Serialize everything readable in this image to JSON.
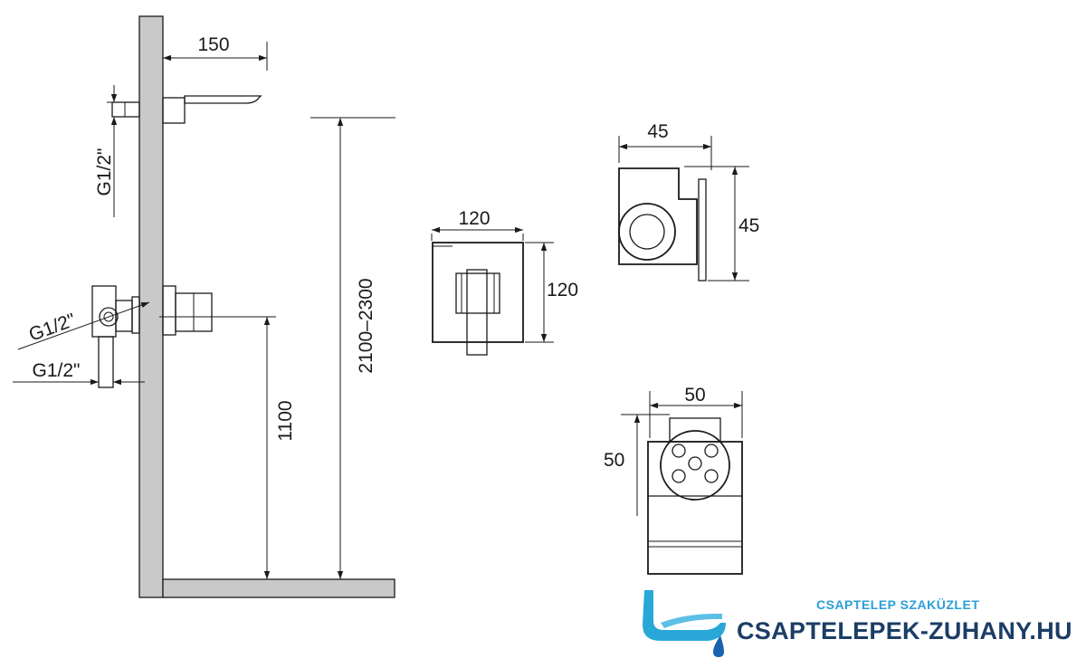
{
  "dimensions": {
    "spout_projection": "150",
    "inlet_top": "G1/2\"",
    "inlet_mid": "G1/2\"",
    "inlet_bottom": "G1/2\"",
    "total_height": "2100–2300",
    "mixer_height": "1100",
    "plate_width": "120",
    "plate_height": "120",
    "spout_side_width": "45",
    "spout_side_height": "45",
    "head_width": "50",
    "head_height": "50"
  },
  "logo": {
    "tagline": "CSAPTELEP SZAKÜZLET",
    "name": "CSAPTELEPEK-ZUHANY.HU",
    "colors": {
      "tagline": "#2a9fd6",
      "name": "#1c3d66",
      "faucet": "#29a8d8",
      "drop": "#1b63b0"
    }
  }
}
